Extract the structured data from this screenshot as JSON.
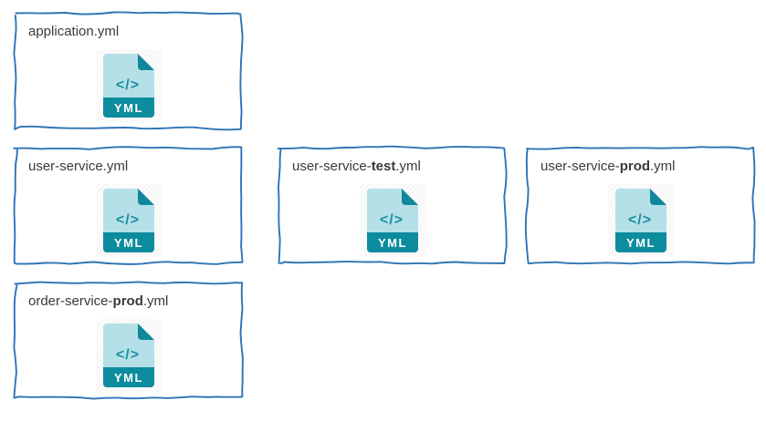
{
  "colors": {
    "canvas_bg": "#ffffff",
    "border_blue": "#2E74B5",
    "label_text": "#3a3a3a",
    "icon_body": "#B5E0E7",
    "icon_fold": "#11879B",
    "icon_glyph": "#1B8FA3",
    "icon_banner": "#0D8C9E",
    "icon_badge_text": "#ffffff"
  },
  "icon": {
    "glyph": "</>",
    "badge": "YML"
  },
  "cards": [
    {
      "name_prefix": "application.yml",
      "name_bold": "",
      "name_suffix": ""
    },
    {
      "name_prefix": "user-service.yml",
      "name_bold": "",
      "name_suffix": ""
    },
    {
      "name_prefix": "user-service-",
      "name_bold": "test",
      "name_suffix": ".yml"
    },
    {
      "name_prefix": "user-service-",
      "name_bold": "prod",
      "name_suffix": ".yml"
    },
    {
      "name_prefix": "order-service-",
      "name_bold": "prod",
      "name_suffix": ".yml"
    }
  ]
}
